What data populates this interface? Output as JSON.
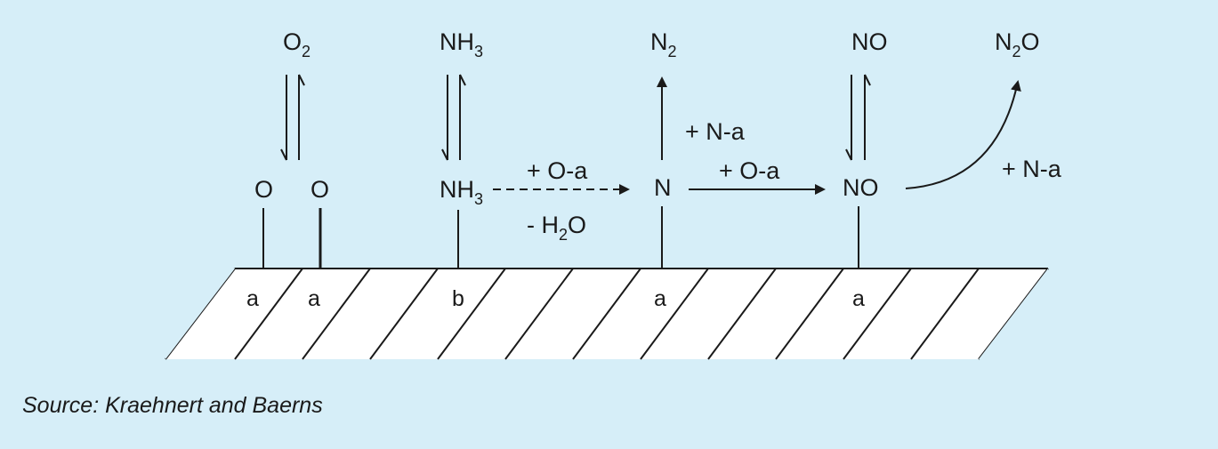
{
  "species": {
    "o2": {
      "main": "O",
      "sub": "2"
    },
    "nh3_gas": {
      "main": "NH",
      "sub": "3"
    },
    "n2": {
      "main": "N",
      "sub": "2"
    },
    "no_gas": "NO",
    "n2o": {
      "main": "N",
      "sub": "2",
      "tail": "O"
    },
    "o_ads_1": "O",
    "o_ads_2": "O",
    "nh3_ads": {
      "main": "NH",
      "sub": "3"
    },
    "n_ads": "N",
    "no_ads": "NO"
  },
  "reactions": {
    "nh3_to_n_top": "+ O-a",
    "nh3_to_n_bottom": {
      "prefix": "- H",
      "sub": "2",
      "tail": "O"
    },
    "n_to_n2": "+ N-a",
    "n_to_no": "+ O-a",
    "no_to_n2o": "+ N-a"
  },
  "sites": [
    "a",
    "a",
    "b",
    "a",
    "a"
  ],
  "caption": "Source: Kraehnert and Baerns",
  "colors": {
    "background": "#d6eef8",
    "ink": "#1a1a1a",
    "surface": "#ffffff"
  }
}
